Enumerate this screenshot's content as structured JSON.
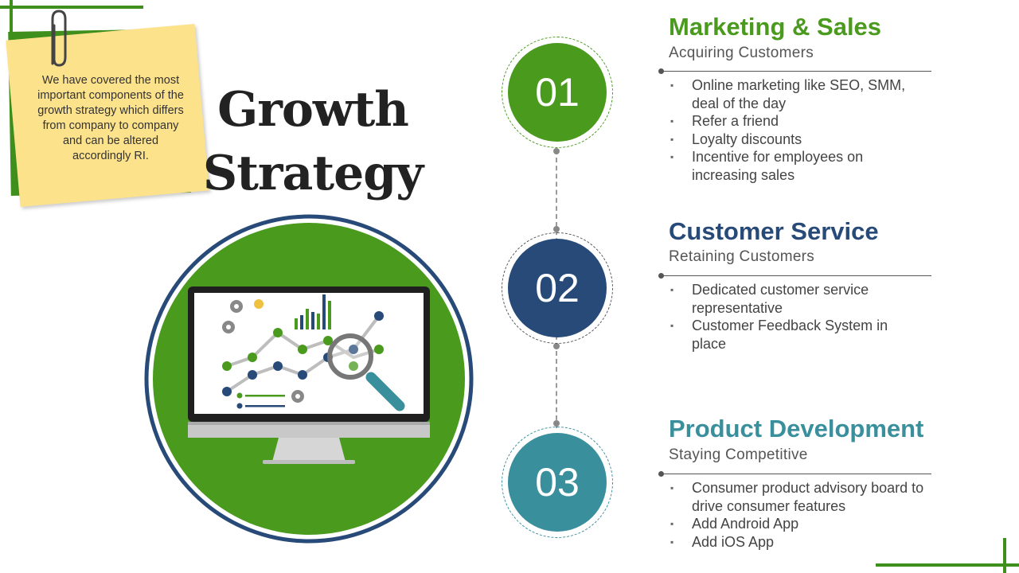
{
  "note": {
    "text": "We have covered the most important components of the growth strategy which differs from company to company and can be altered accordingly RI."
  },
  "title": "Growth Strategy",
  "colors": {
    "green": "#4a9a1e",
    "navy": "#274a78",
    "teal": "#3a8f9d",
    "note": "#fde28c"
  },
  "sections": [
    {
      "number": "01",
      "title": "Marketing & Sales",
      "subtitle": "Acquiring  Customers",
      "bullets": [
        "Online marketing like SEO, SMM, deal of the day",
        "Refer a friend",
        "Loyalty discounts",
        "Incentive for employees on increasing sales"
      ]
    },
    {
      "number": "02",
      "title": "Customer Service",
      "subtitle": "Retaining Customers",
      "bullets": [
        "Dedicated customer service representative",
        "Customer Feedback System in place"
      ]
    },
    {
      "number": "03",
      "title": "Product Development",
      "subtitle": "Staying Competitive",
      "bullets": [
        "Consumer product advisory board to drive consumer features",
        "Add Android App",
        "Add iOS App"
      ]
    }
  ]
}
